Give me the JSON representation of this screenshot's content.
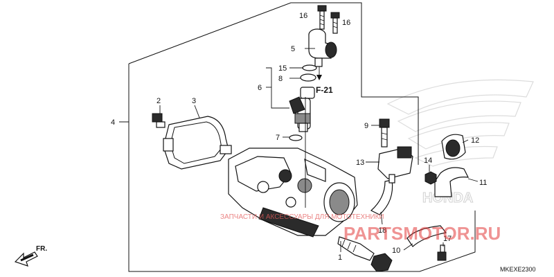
{
  "callouts": [
    {
      "num": "1"
    },
    {
      "num": "2"
    },
    {
      "num": "3"
    },
    {
      "num": "4"
    },
    {
      "num": "5"
    },
    {
      "num": "6"
    },
    {
      "num": "7"
    },
    {
      "num": "8"
    },
    {
      "num": "9"
    },
    {
      "num": "10"
    },
    {
      "num": "11"
    },
    {
      "num": "12"
    },
    {
      "num": "13"
    },
    {
      "num": "14"
    },
    {
      "num": "15"
    },
    {
      "num": "16"
    },
    {
      "num": "16"
    },
    {
      "num": "17"
    },
    {
      "num": "18"
    }
  ],
  "reference": "F-21",
  "diagram_code": "MKEXE2300",
  "direction_label": "FR.",
  "watermark": {
    "tagline": "ЗАПЧАСТИ И АКСЕССУАРЫ ДЛЯ МОТОТЕХНИКИ",
    "brand": "PARTSMOTOR.RU"
  },
  "background_logo": "HONDA"
}
